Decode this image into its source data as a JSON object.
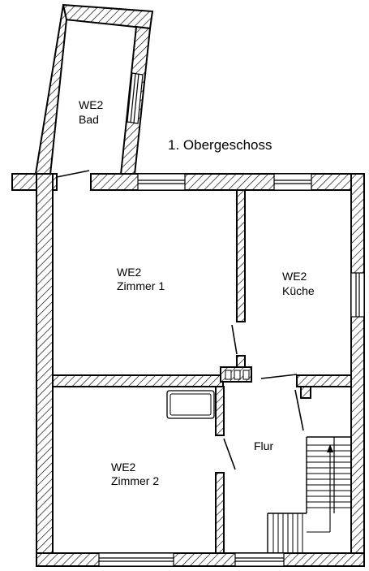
{
  "title": "1. Obergeschoss",
  "rooms": {
    "bad": {
      "unit": "WE2",
      "name": "Bad"
    },
    "zimmer1": {
      "unit": "WE2",
      "name": "Zimmer 1"
    },
    "kueche": {
      "unit": "WE2",
      "name": "Küche"
    },
    "zimmer2": {
      "unit": "WE2",
      "name": "Zimmer 2"
    },
    "flur": {
      "name": "Flur"
    }
  }
}
